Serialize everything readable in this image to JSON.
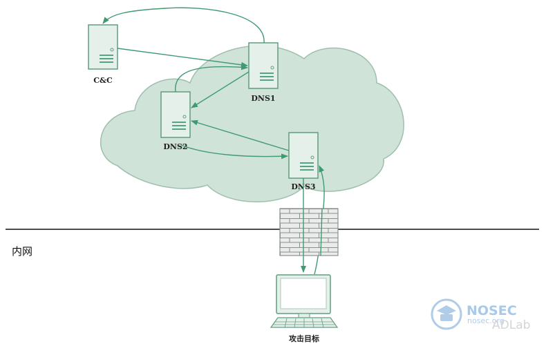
{
  "nodes": {
    "cnc": "C&C",
    "dns1": "DNS1",
    "dns2": "DNS2",
    "dns3": "DNS3",
    "target": "攻击目标"
  },
  "zone_label": "内网",
  "watermark": {
    "title": "NOSEC",
    "subtitle": "nosec.org",
    "lab": "ADLab"
  },
  "colors": {
    "cloud_fill": "#cfe3d8",
    "cloud_stroke": "#9fbfae",
    "server_fill": "#e6f0ea",
    "server_stroke": "#5f9e80",
    "arrow": "#3f9a72",
    "wall_fill": "#e9ecea",
    "wall_stroke": "#8a8f8c"
  }
}
